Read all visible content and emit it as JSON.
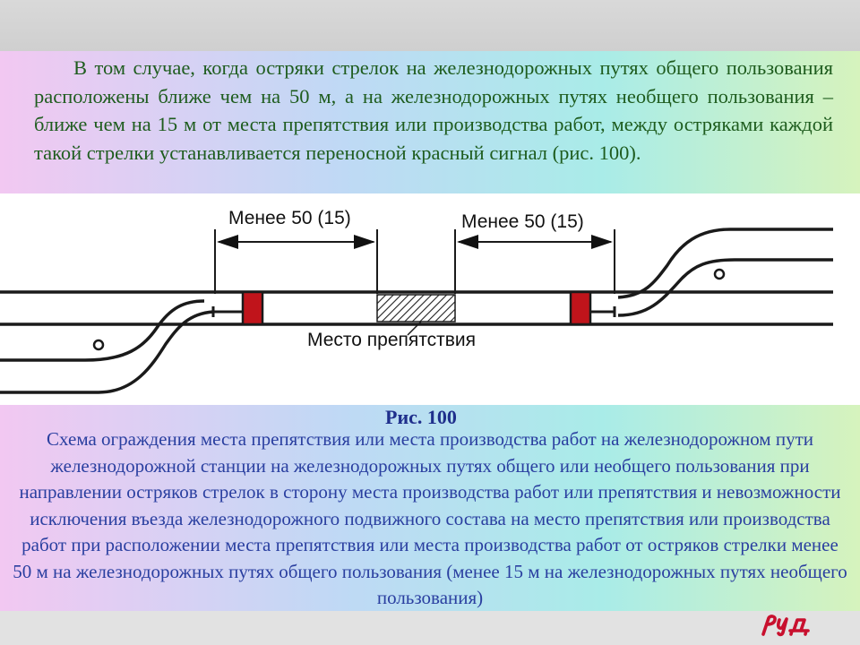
{
  "paragraph": "В том случае, когда остряки стрелок на железнодорожных путях общего пользования расположены ближе чем на 50 м, а на железнодорожных путях необщего пользования – ближе чем на 15 м от места препятствия или производства работ, между остряками каждой такой стрелки устанавливается переносной красный сигнал (рис. 100).",
  "diagram": {
    "distance_left": "Менее 50 (15)",
    "distance_right": "Менее 50 (15)",
    "obstacle_label": "Место препятствия"
  },
  "figure_number": "Рис. 100",
  "caption": "Схема ограждения места препятствия или места производства работ на железнодорожном пути железнодорожной станции на железнодорожных путях общего или необщего пользования при направлении остряков стрелок в сторону места производства работ или препятствия и невозможности исключения въезда железнодорожного подвижного состава на место препятствия или производства работ при расположении места препятствия или места производства работ от остряков стрелки менее 50 м на железнодорожных путях общего пользования (менее 15 м на железнодорожных путях необщего пользования)",
  "colors": {
    "signal_red": "#c0141b",
    "logo_red": "#c8102e",
    "paragraph_text": "#1e5c1e",
    "caption_text": "#2a3fa0"
  },
  "icons": {
    "logo": "rzd-logo"
  }
}
